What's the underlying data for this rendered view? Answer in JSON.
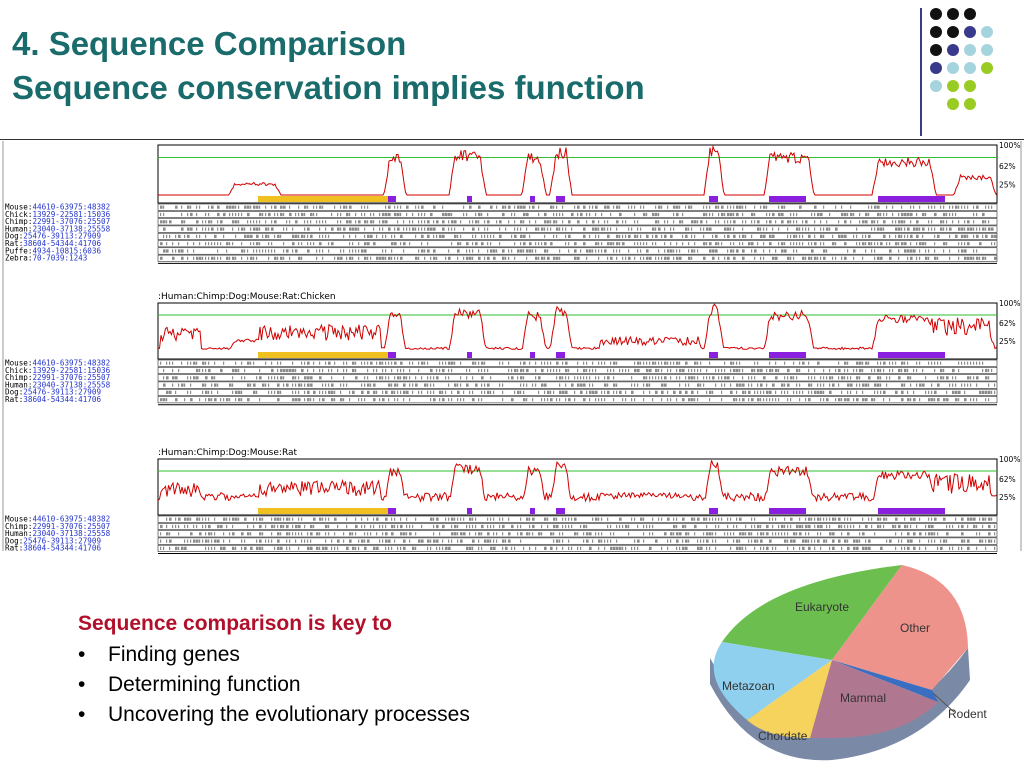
{
  "title": {
    "line1": "4. Sequence Comparison",
    "line2": "Sequence conservation implies function"
  },
  "colors": {
    "title": "#1a6b6b",
    "heading_red": "#b0102a",
    "conservation_line": "#d00000",
    "threshold_line": "#2fbf2f",
    "exon_purple": "#8a1fe0",
    "utr_yellow": "#f0c020",
    "decor_dots": [
      "#111111",
      "#3a3a8c",
      "#a6d4de",
      "#99cc22"
    ]
  },
  "panels": [
    {
      "title": "",
      "axis": [
        "100%",
        "62%",
        "25%"
      ],
      "tracks": [
        {
          "species": "Mouse",
          "coords": "44610-63975:48382"
        },
        {
          "species": "Chick",
          "coords": "13929-22581:15036"
        },
        {
          "species": "Chimp",
          "coords": "22991-37076:25507"
        },
        {
          "species": "Human",
          "coords": "23040-37138:25558"
        },
        {
          "species": "Dog",
          "coords": "25476-39113:27909"
        },
        {
          "species": "Rat",
          "coords": "38604-54344:41706"
        },
        {
          "species": "Puffe",
          "coords": "4934-10815:6036"
        },
        {
          "species": "Zebra",
          "coords": "70-7039:1243"
        }
      ]
    },
    {
      "title": ":Human:Chimp:Dog:Mouse:Rat:Chicken",
      "axis": [
        "100%",
        "62%",
        "25%"
      ],
      "tracks": [
        {
          "species": "Mouse",
          "coords": "44610-63975:48382"
        },
        {
          "species": "Chick",
          "coords": "13929-22581:15036"
        },
        {
          "species": "Chimp",
          "coords": "22991-37076:25507"
        },
        {
          "species": "Human",
          "coords": "23040-37138:25558"
        },
        {
          "species": "Dog",
          "coords": "25476-39113:27909"
        },
        {
          "species": "Rat",
          "coords": "38604-54344:41706"
        }
      ]
    },
    {
      "title": ":Human:Chimp:Dog:Mouse:Rat",
      "axis": [
        "100%",
        "62%",
        "25%"
      ],
      "tracks": [
        {
          "species": "Mouse",
          "coords": "44610-63975:48382"
        },
        {
          "species": "Chimp",
          "coords": "22991-37076:25507"
        },
        {
          "species": "Human",
          "coords": "23040-37138:25558"
        },
        {
          "species": "Dog",
          "coords": "25476-39113:27909"
        },
        {
          "species": "Rat",
          "coords": "38604-54344:41706"
        }
      ]
    }
  ],
  "bullets": {
    "heading": "Sequence comparison is key to",
    "items": [
      "Finding genes",
      "Determining function",
      "Uncovering the evolutionary processes"
    ]
  },
  "pie": {
    "slices": [
      {
        "label": "Eukaryote",
        "color": "#6cbf4f"
      },
      {
        "label": "Other",
        "color": "#ee938c"
      },
      {
        "label": "Rodent",
        "color": "#3a6ec0"
      },
      {
        "label": "Mammal",
        "color": "#b07890"
      },
      {
        "label": "Chordate",
        "color": "#f5d35c"
      },
      {
        "label": "Metazoan",
        "color": "#8fd0ee"
      }
    ]
  }
}
